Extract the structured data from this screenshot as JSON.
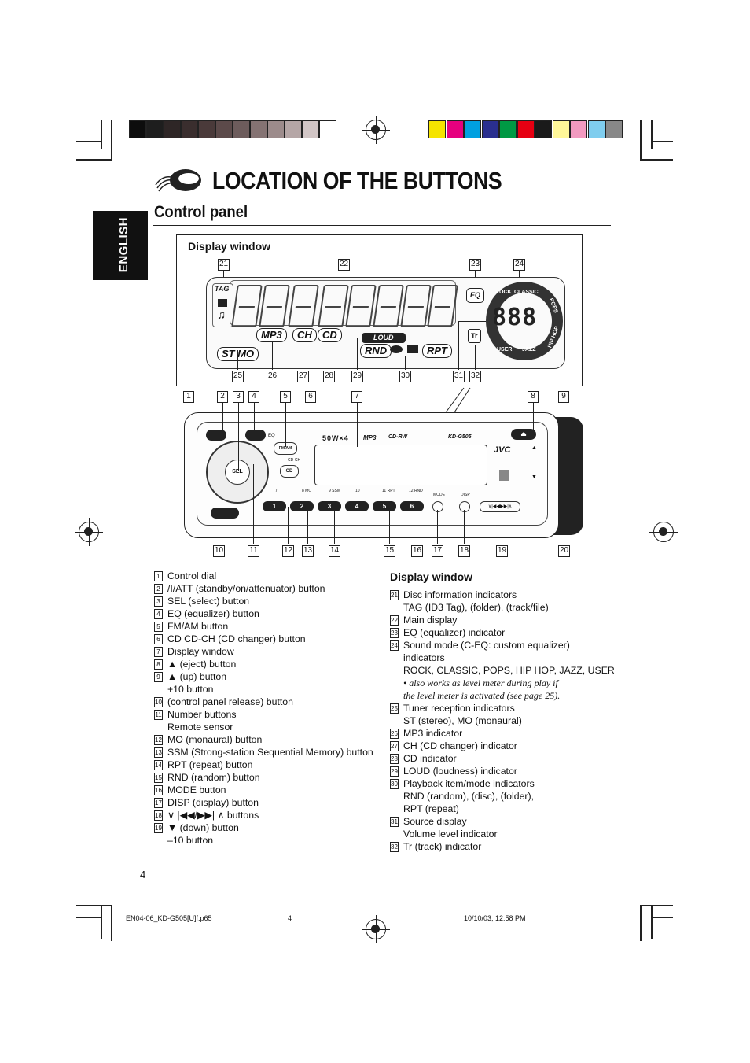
{
  "header": {
    "title": "LOCATION OF THE BUTTONS",
    "subtitle": "Control panel",
    "language_tab": "ENGLISH"
  },
  "color_bars": {
    "gray": [
      "#0d0d0d",
      "#1e1e1e",
      "#2e2626",
      "#3a2e2e",
      "#4a3a3a",
      "#5c4a4a",
      "#6d5c5c",
      "#857373",
      "#9c8b8b",
      "#b5a6a6",
      "#d2c6c6",
      "#ffffff"
    ],
    "color": [
      "#f5e400",
      "#e6007e",
      "#00a0e0",
      "#2a2f8f",
      "#009944",
      "#e60012",
      "#1a1a1a",
      "#fff799",
      "#f29ac0",
      "#7fcdee",
      "#888888"
    ]
  },
  "display_window": {
    "label": "Display window",
    "callouts_top": [
      "21",
      "22",
      "23",
      "24"
    ],
    "callouts_bottom": [
      "25",
      "26",
      "27",
      "28",
      "29",
      "30",
      "31",
      "32"
    ],
    "indicators": {
      "tag": "TAG",
      "mp3": "MP3",
      "ch": "CH",
      "cd": "CD",
      "st_mo": "ST MO",
      "loud": "LOUD",
      "rnd": "RND",
      "rpt": "RPT",
      "eq": "EQ",
      "tr": "Tr",
      "rock": "ROCK",
      "classic": "CLASSIC",
      "pops": "POPS",
      "hiphop": "HIP HOP",
      "user": "USER",
      "jazz": "JAZZ",
      "source_digits": "888"
    }
  },
  "unit": {
    "callouts_top": [
      "1",
      "2",
      "3",
      "4",
      "5",
      "6",
      "7",
      "8",
      "9"
    ],
    "callouts_bottom": [
      "10",
      "11",
      "12",
      "13",
      "14",
      "15",
      "16",
      "17",
      "18",
      "19",
      "20"
    ],
    "power_text": "50W×4",
    "mp3_logo": "MP3",
    "cd_rw": "CD-RW",
    "model": "KD-G505",
    "brand": "JVC",
    "sel": "SEL",
    "fmam": "FM/AM",
    "cd": "CD",
    "cd_ch": "CD-CH",
    "eq": "EQ",
    "preset_labels": [
      "7",
      "8 MO",
      "9 SSM",
      "10",
      "11 RPT",
      "12 RND"
    ],
    "preset_numbers": [
      "1",
      "2",
      "3",
      "4",
      "5",
      "6"
    ],
    "mode": "MODE",
    "disp": "DISP"
  },
  "control_list": [
    {
      "n": "1",
      "text": "Control dial"
    },
    {
      "n": "2",
      "text": "/I/ATT  (standby/on/attenuator) button"
    },
    {
      "n": "3",
      "text": "SEL (select) button"
    },
    {
      "n": "4",
      "text": "EQ (equalizer) button"
    },
    {
      "n": "5",
      "text": "FM/AM button"
    },
    {
      "n": "6",
      "text": "CD CD-CH (CD changer) button"
    },
    {
      "n": "7",
      "text": "Display window"
    },
    {
      "n": "8",
      "text": "▲ (eject) button"
    },
    {
      "n": "9",
      "text": "▲ (up) button"
    },
    {
      "n": "",
      "text": "+10 button"
    },
    {
      "n": "10",
      "text": "(control panel release) button"
    },
    {
      "n": "11",
      "text": "Number buttons"
    },
    {
      "n": "",
      "text": "Remote sensor"
    },
    {
      "n": "12",
      "text": "MO (monaural) button"
    },
    {
      "n": "13",
      "text": "SSM (Strong-station Sequential Memory) button"
    },
    {
      "n": "14",
      "text": "RPT (repeat) button"
    },
    {
      "n": "15",
      "text": "RND (random) button"
    },
    {
      "n": "16",
      "text": "MODE button"
    },
    {
      "n": "17",
      "text": "DISP (display) button"
    },
    {
      "n": "18",
      "text": "∨ |◀◀/▶▶| ∧  buttons"
    },
    {
      "n": "19",
      "text": "▼ (down) button"
    },
    {
      "n": "",
      "text": "–10 button"
    }
  ],
  "display_list": {
    "heading": "Display window",
    "items": [
      {
        "n": "21",
        "text": "Disc information indicators"
      },
      {
        "n": "",
        "text": "TAG (ID3 Tag),  (folder),  (track/file)"
      },
      {
        "n": "22",
        "text": "Main display"
      },
      {
        "n": "23",
        "text": "EQ (equalizer) indicator"
      },
      {
        "n": "24",
        "text": "Sound mode (C-EQ: custom equalizer)"
      },
      {
        "n": "",
        "text": "indicators"
      },
      {
        "n": "",
        "text": "ROCK, CLASSIC, POPS, HIP HOP, JAZZ, USER"
      },
      {
        "n": "",
        "text": "•        also works as level meter during play if"
      },
      {
        "n": "",
        "text": "the level meter is activated (see page 25)."
      },
      {
        "n": "25",
        "text": "Tuner reception indicators"
      },
      {
        "n": "",
        "text": "ST (stereo), MO (monaural)"
      },
      {
        "n": "26",
        "text": "MP3 indicator"
      },
      {
        "n": "27",
        "text": "CH (CD changer) indicator"
      },
      {
        "n": "28",
        "text": "CD indicator"
      },
      {
        "n": "29",
        "text": "LOUD (loudness) indicator"
      },
      {
        "n": "30",
        "text": "Playback item/mode indicators"
      },
      {
        "n": "",
        "text": "RND (random),       (disc),       (folder),"
      },
      {
        "n": "",
        "text": "RPT (repeat)"
      },
      {
        "n": "31",
        "text": "Source display"
      },
      {
        "n": "",
        "text": "Volume level indicator"
      },
      {
        "n": "32",
        "text": "Tr (track) indicator"
      }
    ]
  },
  "page_number": "4",
  "footer": {
    "file": "EN04-06_KD-G505[U]f.p65",
    "page": "4",
    "date": "10/10/03, 12:58 PM"
  }
}
